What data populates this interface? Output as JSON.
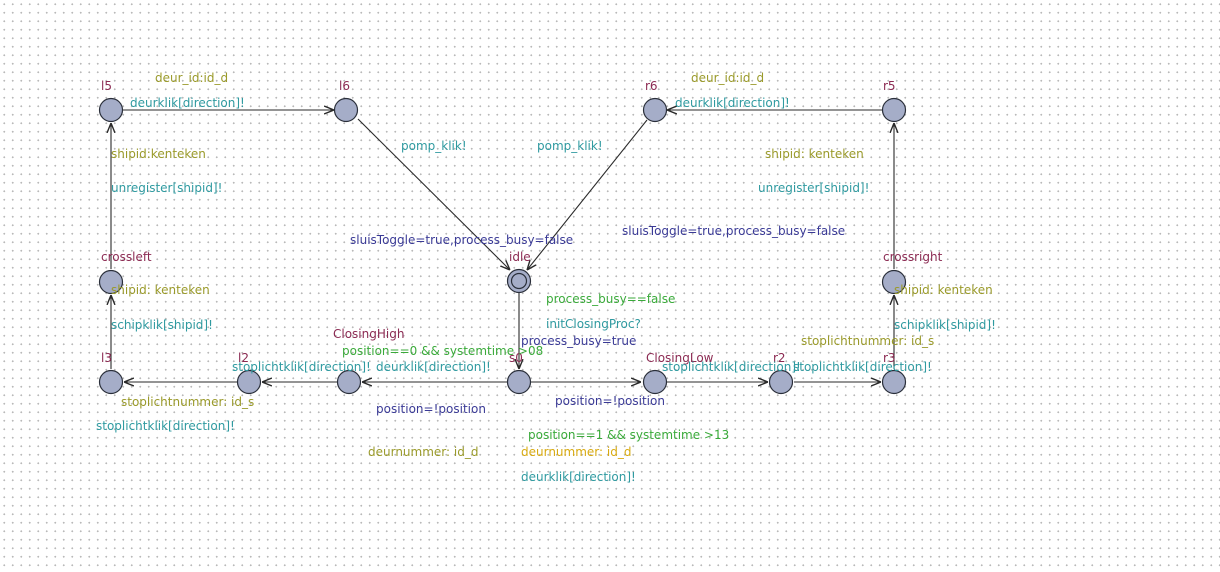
{
  "diagram": {
    "locations": [
      {
        "id": "l5",
        "name": "l5"
      },
      {
        "id": "l6",
        "name": "l6"
      },
      {
        "id": "r6",
        "name": "r6"
      },
      {
        "id": "r5",
        "name": "r5"
      },
      {
        "id": "crossleft",
        "name": "crossleft"
      },
      {
        "id": "crossright",
        "name": "crossright"
      },
      {
        "id": "idle",
        "name": "idle"
      },
      {
        "id": "l3",
        "name": "l3"
      },
      {
        "id": "l2",
        "name": "l2"
      },
      {
        "id": "closinghigh",
        "name": "ClosingHigh"
      },
      {
        "id": "s0",
        "name": "s0"
      },
      {
        "id": "closinglow",
        "name": "ClosingLow"
      },
      {
        "id": "r2",
        "name": "r2"
      },
      {
        "id": "r3",
        "name": "r3"
      }
    ],
    "labels": {
      "l5_l6_select": "deur_id:id_d",
      "l5_l6_sync": "deurklik[direction]!",
      "r5_r6_select": "deur_id:id_d",
      "r5_r6_sync": "deurklik[direction]!",
      "l6_idle_sync": "pomp_klik!",
      "r6_idle_sync": "pomp_klik!",
      "l6_idle_update": "sluisToggle=true,process_busy=false",
      "r6_idle_update": "sluisToggle=true,process_busy=false",
      "cl_l5_select": "shipid:kenteken",
      "cl_l5_sync": "unregister[shipid]!",
      "cr_r5_select": "shipid: kenteken",
      "cr_r5_sync": "unregister[shipid]!",
      "l3_cl_select": "shipid: kenteken",
      "l3_cl_sync": "schipklik[shipid]!",
      "r3_cr_select": "shipid: kenteken",
      "r3_cr_sync": "schipklik[shipid]!",
      "idle_s0_guard": "process_busy==false",
      "idle_s0_sync": "initClosingProc?",
      "idle_s0_update": "process_busy=true",
      "s0_ch_guard": "position==0 && systemtime >08",
      "s0_ch_sync": "deurklik[direction]!",
      "s0_ch_update": "position=!position",
      "s0_ch_select": "deurnummer: id_d",
      "s0_cll_update": "position=!position",
      "s0_cll_guard": "position==1 && systemtime >13",
      "s0_cll_select": "deurnummer: id_d",
      "s0_cll_sync": "deurklik[direction]!",
      "ch_l2_sync": "stoplichtklik[direction]!",
      "l2_l3_select": "stoplichtnummer: id_s",
      "l2_l3_sync": "stoplichtklik[direction]!",
      "cll_r2_sync": "stoplichtklik[direction]!",
      "r2_r3_sync": "stoplichtklik[direction]!",
      "r2_r3_select": "stoplichtnummer: id_s"
    }
  }
}
